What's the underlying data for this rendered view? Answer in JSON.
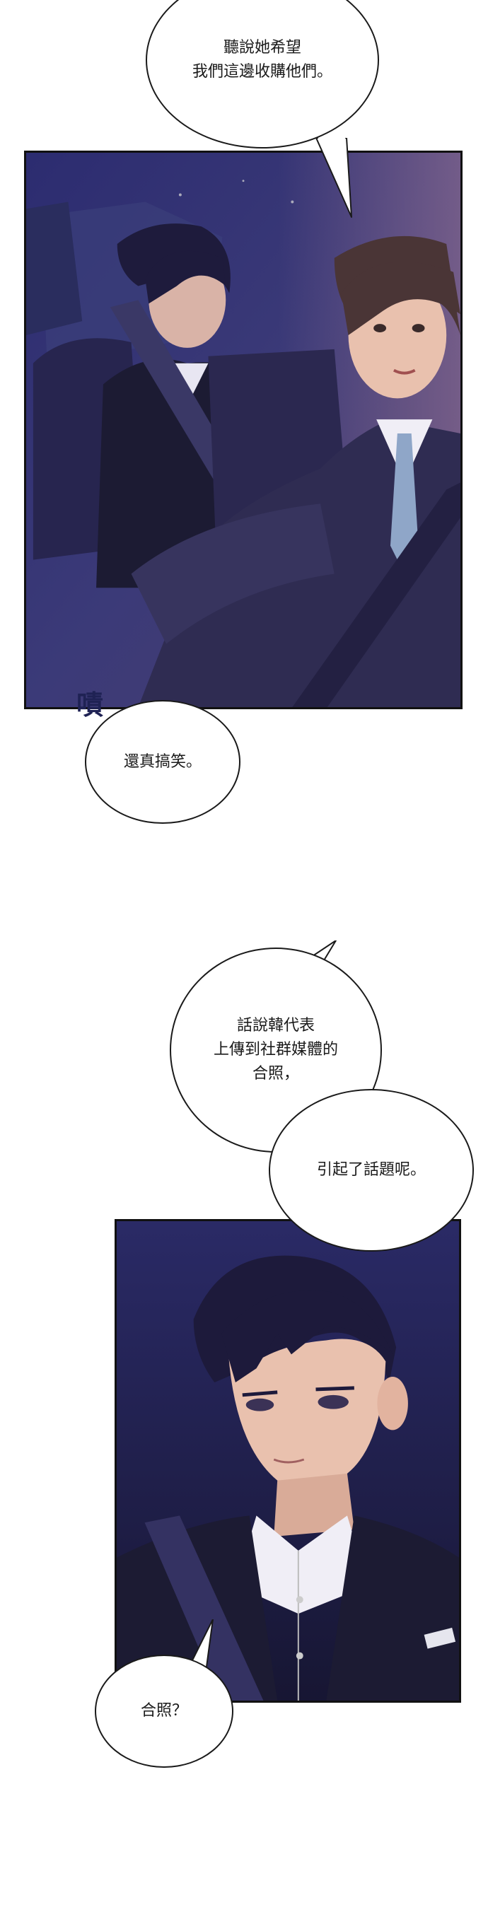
{
  "bubbles": {
    "b1": "聽說她希望\n我們這邊收購他們。",
    "b2": "還真搞笑。",
    "b3": "話說韓代表\n上傳到社群媒體的\n合照，",
    "b4": "引起了話題呢。",
    "b5": "合照？"
  },
  "sfx": {
    "tsk": "嘖"
  },
  "colors": {
    "night_blue": "#2a2a6a",
    "suit": "#1c1b33",
    "tie": "#8fa6c8",
    "skin": "#e9c1ae"
  }
}
